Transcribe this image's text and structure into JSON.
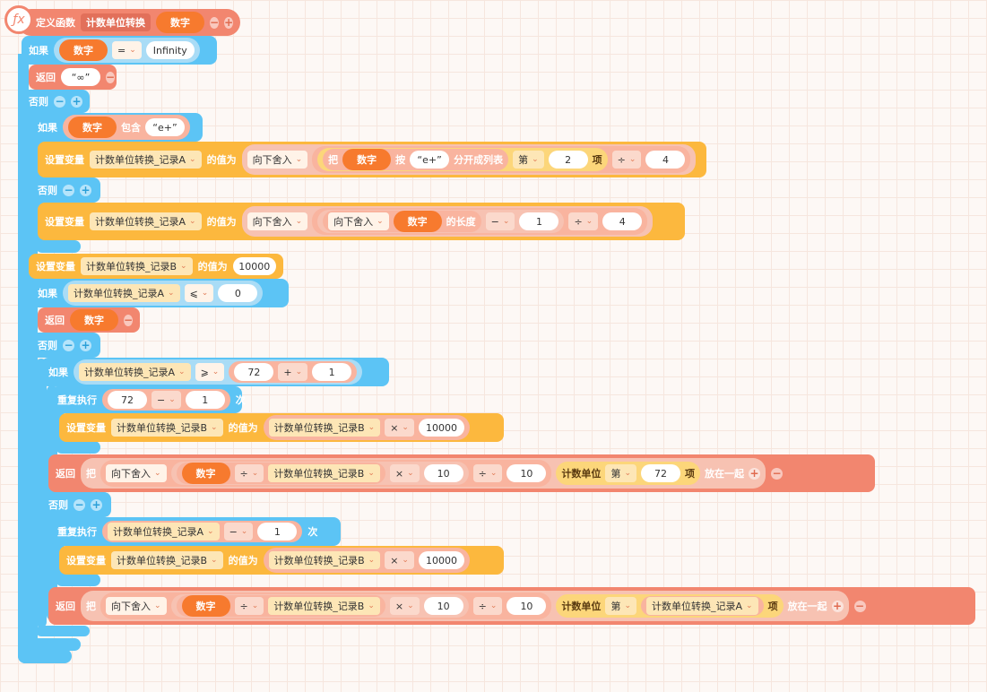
{
  "colors": {
    "blue": "#5cc4f5",
    "red": "#f2866f",
    "yellow": "#fcb83e",
    "orange": "#f77a2e"
  },
  "icons": {
    "fx": "function-icon",
    "remove": "minus-circle-icon",
    "add": "plus-circle-icon",
    "chevron": "chevron-down-icon"
  },
  "t": {
    "def": "定义函数",
    "fname": "计数单位转换",
    "param": "数字",
    "if": "如果",
    "else": "否则",
    "ret": "返回",
    "eq": "=",
    "infinity": "Infinity",
    "inf": "“∞”",
    "contains": "包含",
    "eplus": "“e+”",
    "setvar": "设置变量",
    "varA": "计数单位转换_记录A",
    "varB": "计数单位转换_记录B",
    "valof": "的值为",
    "floor": "向下舍入",
    "ba": "把",
    "an": "按",
    "split": "分开成列表",
    "di": "第",
    "xiang": "项",
    "div": "÷",
    "minus": "−",
    "times": "×",
    "plus": "+",
    "le": "⩽",
    "ge": "⩾",
    "len": "的长度",
    "repeat": "重复执行",
    "ci": "次",
    "unit": "计数单位",
    "join": "放在一起",
    "minusicon": "−",
    "plusicon": "+",
    "chev": "⌄",
    "n0": "0",
    "n1": "1",
    "n2": "2",
    "n4": "4",
    "n10": "10",
    "n72": "72",
    "n10000": "10000",
    "fx": "ƒx"
  }
}
